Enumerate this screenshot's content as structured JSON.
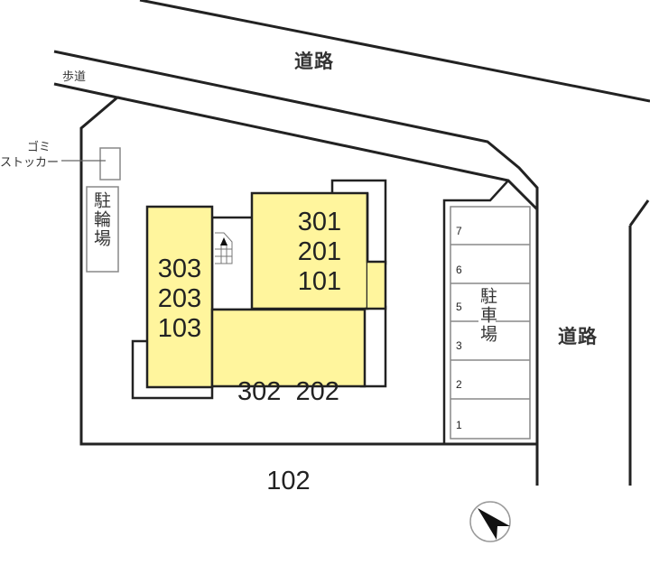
{
  "title": "Site layout map",
  "roads": {
    "north_label": "道路",
    "east_label": "道路",
    "sidewalk_label": "歩道"
  },
  "facilities": {
    "garbage_label_line1": "ゴミ",
    "garbage_label_line2": "ストッカー",
    "bicycle_parking_label": "駐輪場",
    "car_parking_label": "駐車場"
  },
  "buildings": [
    {
      "block": "west",
      "units": [
        "303",
        "203",
        "103"
      ]
    },
    {
      "block": "north-east",
      "units": [
        "301",
        "201",
        "101"
      ]
    },
    {
      "block": "south",
      "units_line1": "302  202",
      "units_line2": "102"
    }
  ],
  "parking_slots": [
    "7",
    "6",
    "5",
    "3",
    "2",
    "1"
  ],
  "colors": {
    "building_fill": "#fff59d",
    "line": "#222222"
  },
  "compass": {
    "label": "north-arrow"
  }
}
